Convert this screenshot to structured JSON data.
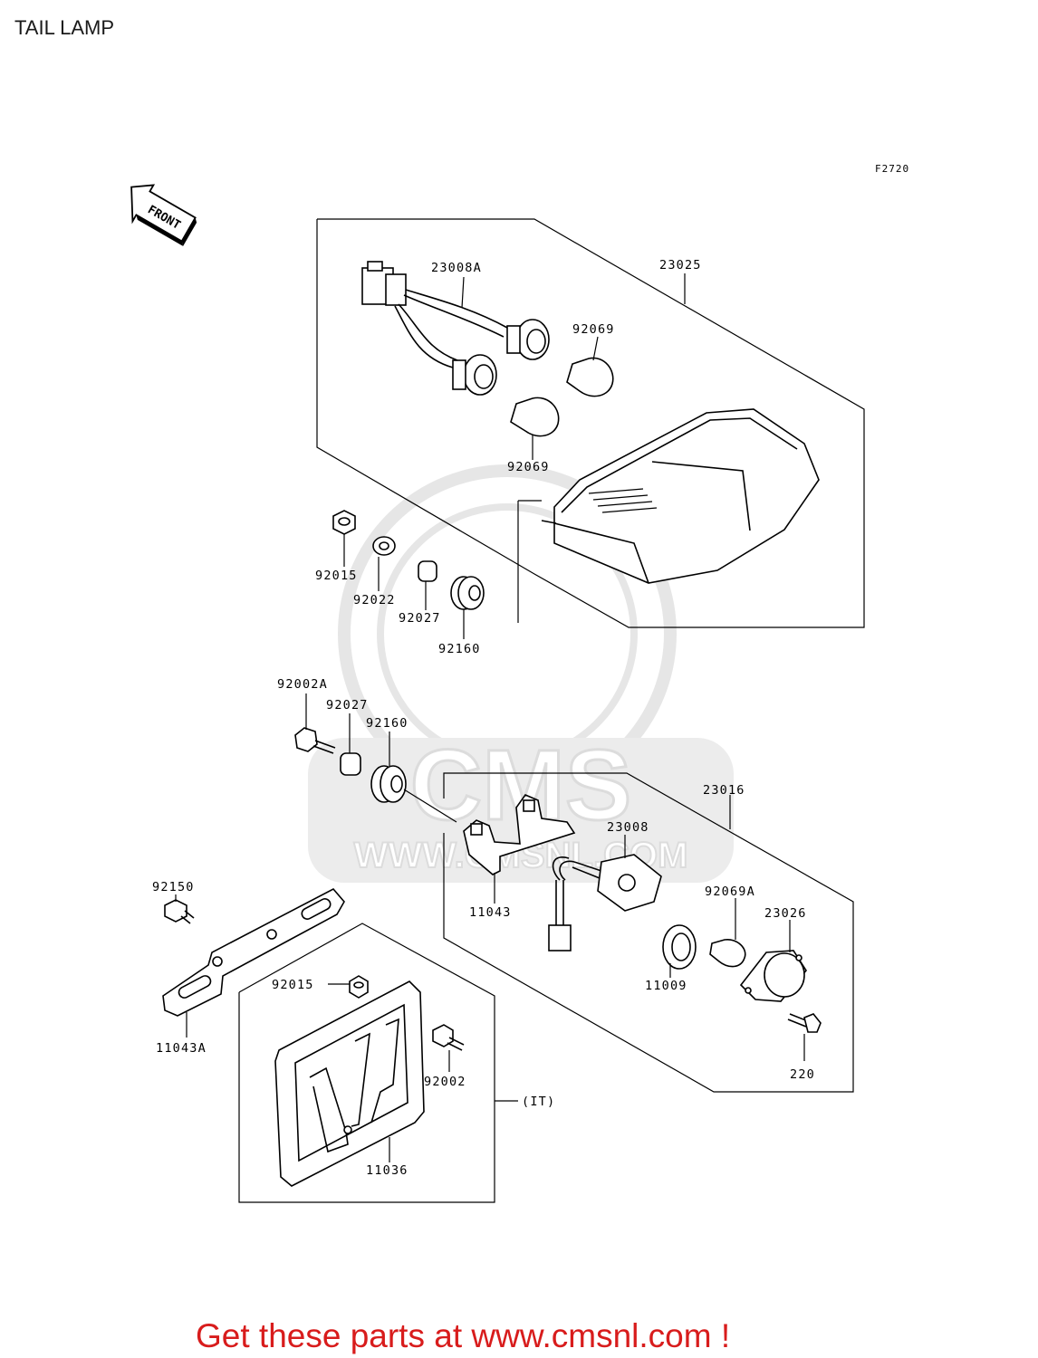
{
  "title": "TAIL LAMP",
  "figure_code": "F2720",
  "front_label": "FRONT",
  "watermark": {
    "brand": "CMS",
    "url": "WWW.CMSNL.COM"
  },
  "promo_text": "Get these parts at www.cmsnl.com !",
  "promo_color": "#d81c1c",
  "labels": {
    "p23008A": "23008A",
    "p23025": "23025",
    "p92069_top": "92069",
    "p92069_bottom": "92069",
    "p92015_top": "92015",
    "p92022": "92022",
    "p92027_top": "92027",
    "p92160_top": "92160",
    "p92002A": "92002A",
    "p92027_mid": "92027",
    "p92160_mid": "92160",
    "p23016": "23016",
    "p23008": "23008",
    "p11043": "11043",
    "p92069A": "92069A",
    "p23026": "23026",
    "p11009": "11009",
    "p220": "220",
    "p92150": "92150",
    "p11043A": "11043A",
    "p92015_bottom": "92015",
    "p92002": "92002",
    "p11036": "11036",
    "region_it": "(IT)"
  }
}
